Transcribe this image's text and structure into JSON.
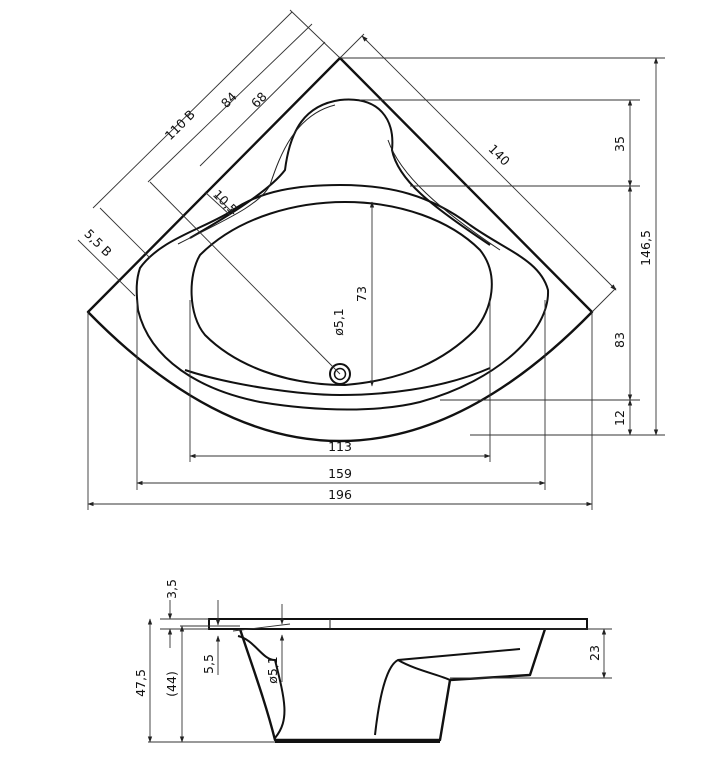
{
  "top_view": {
    "dims": {
      "d110": "110 B",
      "d84": "84",
      "d68": "68",
      "d10_5": "10,5",
      "d5_5": "5,5 B",
      "d140": "140",
      "d35": "35",
      "d146_5": "146,5",
      "d73": "73",
      "d5_1": "ø5,1",
      "d83": "83",
      "d12": "12",
      "d113": "113",
      "d159": "159",
      "d196": "196"
    }
  },
  "side_view": {
    "dims": {
      "d3_5": "3,5",
      "d47_5": "47,5",
      "d44": "(44)",
      "d5_5": "5,5",
      "d5_1": "ø5,1",
      "d23": "23"
    }
  }
}
